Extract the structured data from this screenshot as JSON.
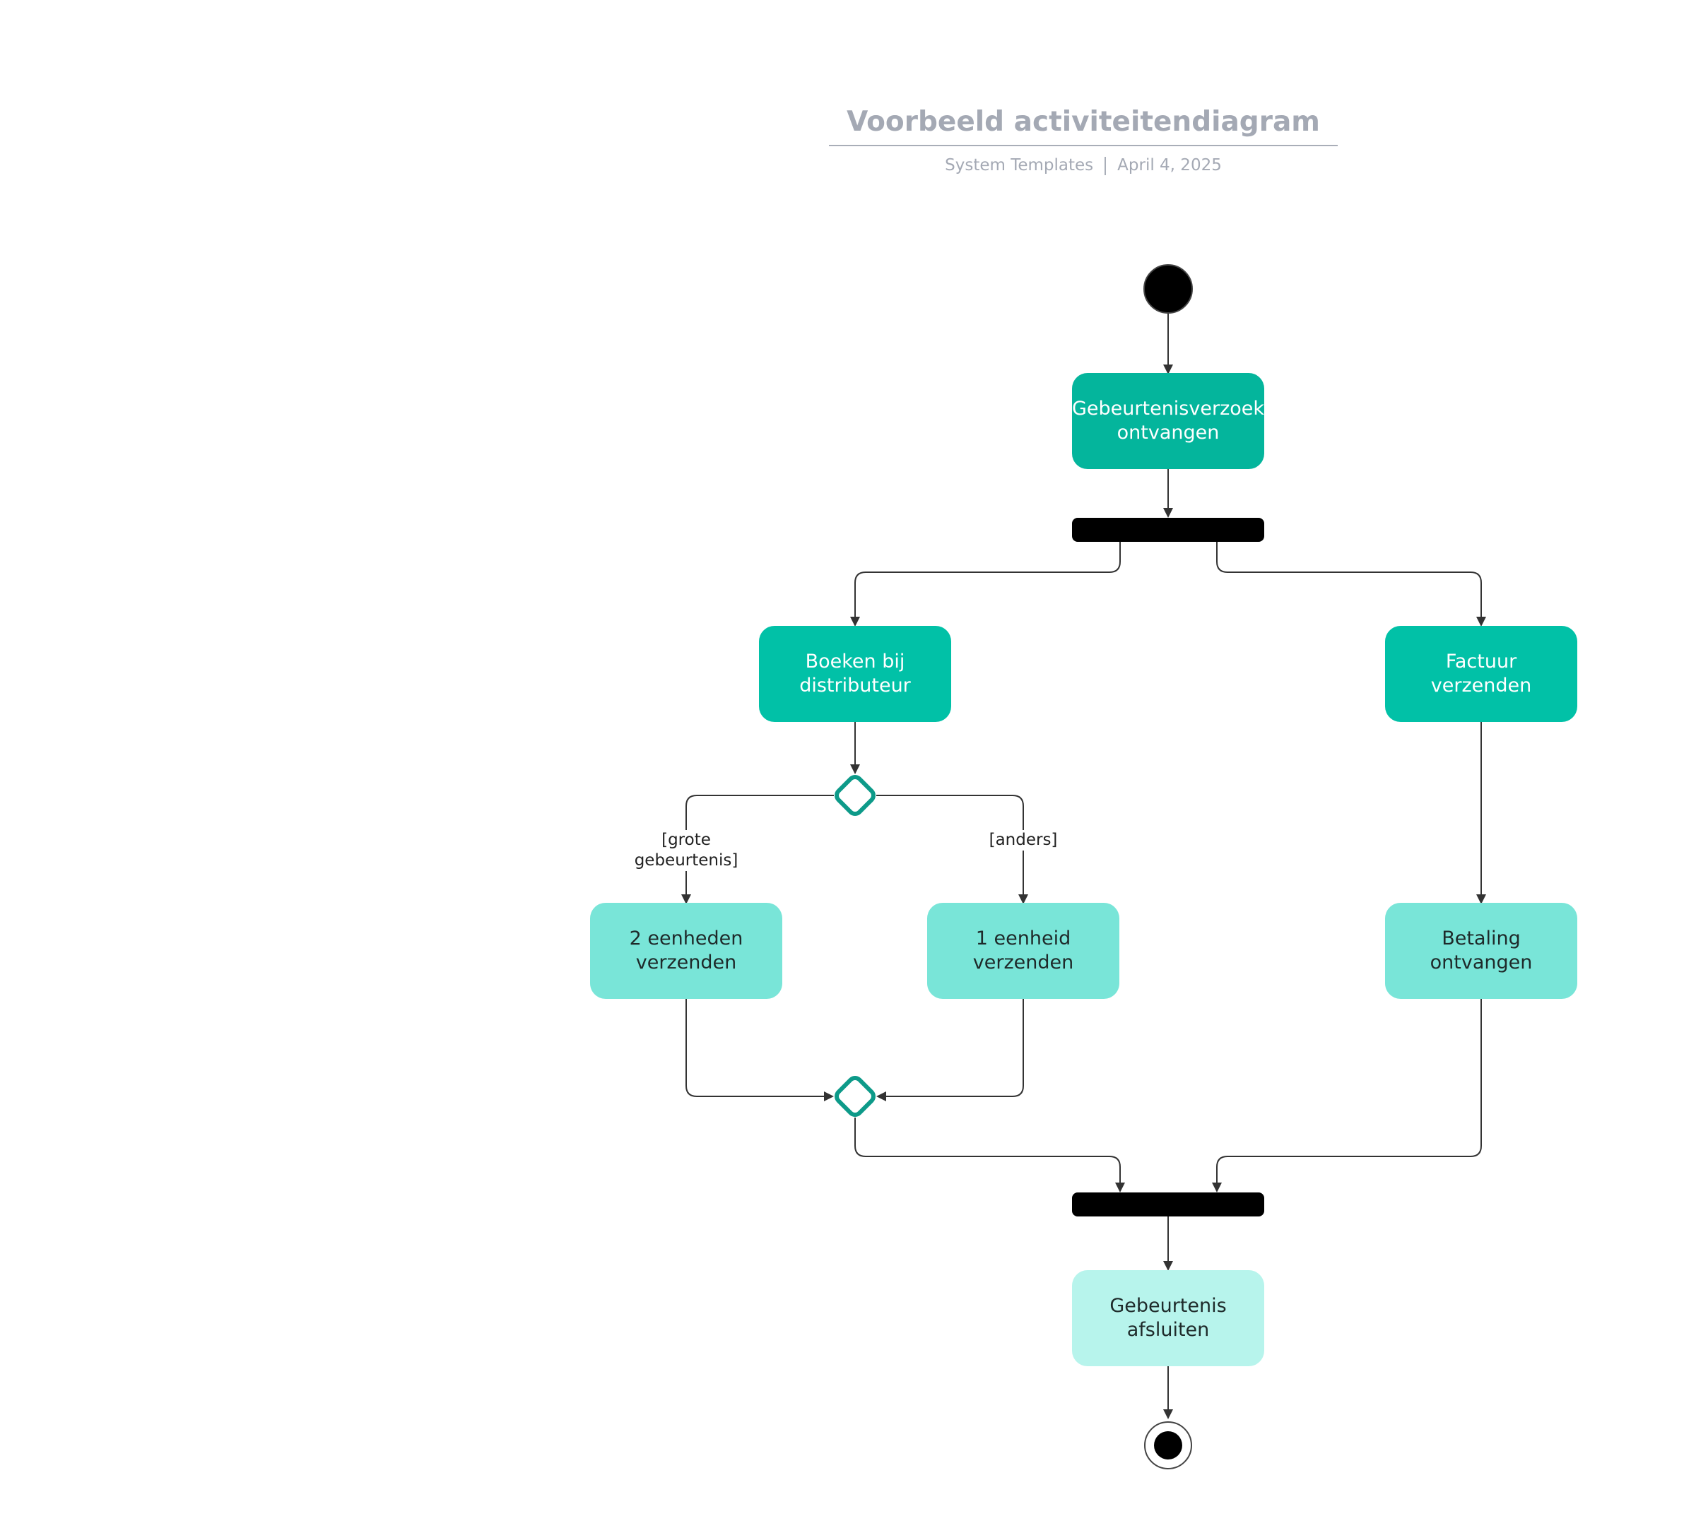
{
  "header": {
    "title": "Voorbeeld activiteitendiagram",
    "author": "System Templates",
    "date": "April 4, 2025"
  },
  "colors": {
    "action_dark": "#04b59c",
    "action_mid": "#01c1a7",
    "action_light": "#79e5d8",
    "action_lighter": "#b7f4ec",
    "decision_stroke": "#0d9a89",
    "bar": "#000000",
    "edge": "#333333"
  },
  "nodes": {
    "receive_request": "Gebeurtenisverzoek\nontvangen",
    "book_distributor": "Boeken bij\ndistributeur",
    "send_invoice": "Factuur\nverzenden",
    "ship_two_units": "2 eenheden\nverzenden",
    "ship_one_unit": "1 eenheid\nverzenden",
    "receive_payment": "Betaling\nontvangen",
    "close_event": "Gebeurtenis\nafsluiten"
  },
  "guards": {
    "large_event": "[grote\ngebeurtenis]",
    "otherwise": "[anders]"
  }
}
